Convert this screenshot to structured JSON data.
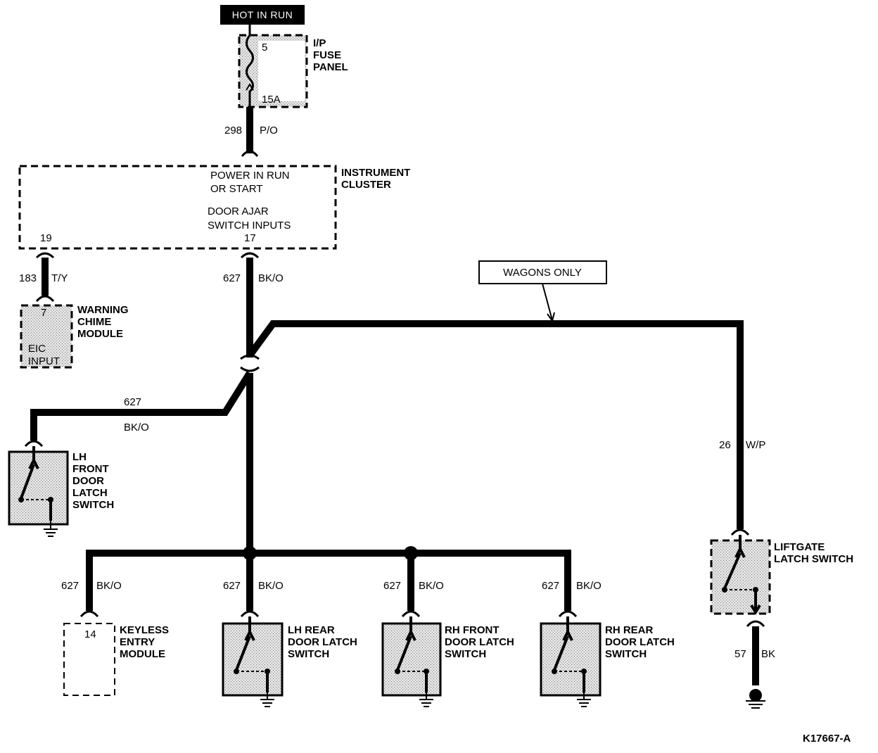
{
  "header": {
    "hot_in_run": "HOT IN RUN"
  },
  "fuse_panel": {
    "label_line1": "I/P",
    "label_line2": "FUSE",
    "label_line3": "PANEL",
    "fuse_number": "5",
    "fuse_rating": "15A"
  },
  "wire_298": {
    "circuit": "298",
    "color": "P/O"
  },
  "instrument_cluster": {
    "label_line1": "INSTRUMENT",
    "label_line2": "CLUSTER",
    "power_line1": "POWER IN RUN",
    "power_line2": "OR START",
    "door_line1": "DOOR AJAR",
    "door_line2": "SWITCH INPUTS",
    "pin_19": "19",
    "pin_17": "17"
  },
  "wire_183": {
    "circuit": "183",
    "color": "T/Y"
  },
  "wire_627_main": {
    "circuit": "627",
    "color": "BK/O"
  },
  "warning_chime": {
    "label_line1": "WARNING",
    "label_line2": "CHIME",
    "label_line3": "MODULE",
    "pin": "7",
    "input_line1": "EIC",
    "input_line2": "INPUT"
  },
  "wagons_only": "WAGONS ONLY",
  "wire_627_lh_front": {
    "circuit": "627",
    "color": "BK/O"
  },
  "lh_front_switch": {
    "line1": "LH",
    "line2": "FRONT",
    "line3": "DOOR",
    "line4": "LATCH",
    "line5": "SWITCH"
  },
  "wire_26": {
    "circuit": "26",
    "color": "W/P"
  },
  "liftgate": {
    "line1": "LIFTGATE",
    "line2": "LATCH SWITCH"
  },
  "wire_57": {
    "circuit": "57",
    "color": "BK"
  },
  "branches": [
    {
      "circuit": "627",
      "color": "BK/O"
    },
    {
      "circuit": "627",
      "color": "BK/O"
    },
    {
      "circuit": "627",
      "color": "BK/O"
    },
    {
      "circuit": "627",
      "color": "BK/O"
    }
  ],
  "keyless": {
    "pin": "14",
    "line1": "KEYLESS",
    "line2": "ENTRY",
    "line3": "MODULE"
  },
  "lh_rear": {
    "line1": "LH REAR",
    "line2": "DOOR LATCH",
    "line3": "SWITCH"
  },
  "rh_front": {
    "line1": "RH FRONT",
    "line2": "DOOR LATCH",
    "line3": "SWITCH"
  },
  "rh_rear": {
    "line1": "RH REAR",
    "line2": "DOOR LATCH",
    "line3": "SWITCH"
  },
  "figure_id": "K17667-A"
}
